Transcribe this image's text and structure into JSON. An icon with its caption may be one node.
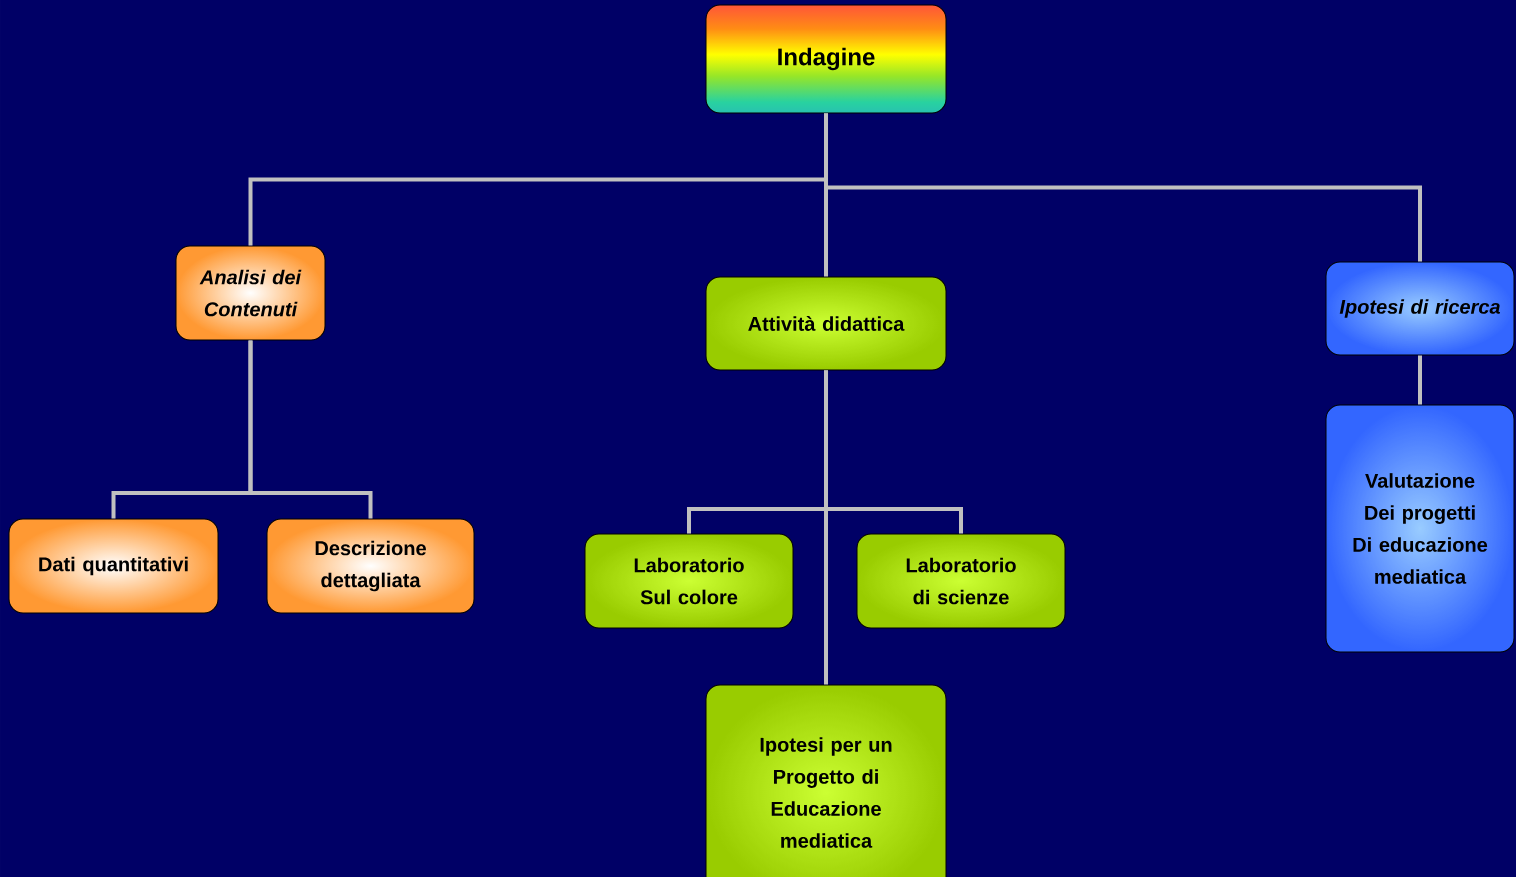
{
  "diagram": {
    "nodes": [
      {
        "text": [
          "Indagine"
        ]
      },
      {
        "text": [
          "Analisi dei Contenuti"
        ]
      },
      {
        "text": [
          "Attività didattica"
        ]
      },
      {
        "text": [
          "Ipotesi di ricerca"
        ]
      },
      {
        "text": [
          "Dati quantitativi"
        ]
      },
      {
        "text": [
          "Descrizione dettagliata"
        ]
      },
      {
        "text": [
          "Laboratorio Sul colore"
        ]
      },
      {
        "text": [
          "Laboratorio di scienze"
        ]
      },
      {
        "text": [
          "Ipotesi per un Progetto di Educazione mediatica"
        ]
      },
      {
        "text": [
          "Valutazione Dei progetti Di educazione mediatica"
        ]
      }
    ],
    "edges": [
      {
        "from": 0,
        "to": 1,
        "arrow": "none"
      },
      {
        "from": 0,
        "to": 2,
        "arrow": "none"
      },
      {
        "from": 0,
        "to": 3,
        "arrow": "none"
      },
      {
        "from": 1,
        "to": 4,
        "arrow": "none"
      },
      {
        "from": 1,
        "to": 5,
        "arrow": "none"
      },
      {
        "from": 2,
        "to": 6,
        "arrow": "none"
      },
      {
        "from": 2,
        "to": 7,
        "arrow": "none"
      },
      {
        "from": 2,
        "to": 8,
        "arrow": "none"
      },
      {
        "from": 3,
        "to": 9,
        "arrow": "none"
      }
    ]
  }
}
